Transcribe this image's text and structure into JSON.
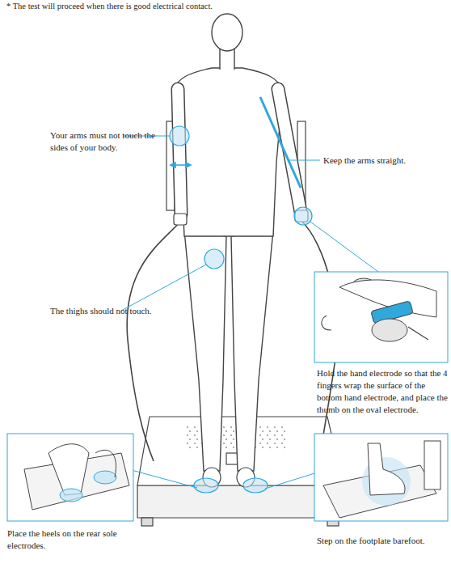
{
  "diagram": {
    "labels": [
      "* The test will proceed when there is good electrical contact.",
      "Your arms must not touch the sides of your body.",
      "Keep the arms straight.",
      "The thighs should not touch.",
      "Hold the hand electrode so that the 4 fingers wrap the surface of the bottom hand electrode, and place the thumb on the oval electrode.",
      "Place the heels on the rear sole electrodes.",
      "Step on the footplate barefoot."
    ]
  }
}
